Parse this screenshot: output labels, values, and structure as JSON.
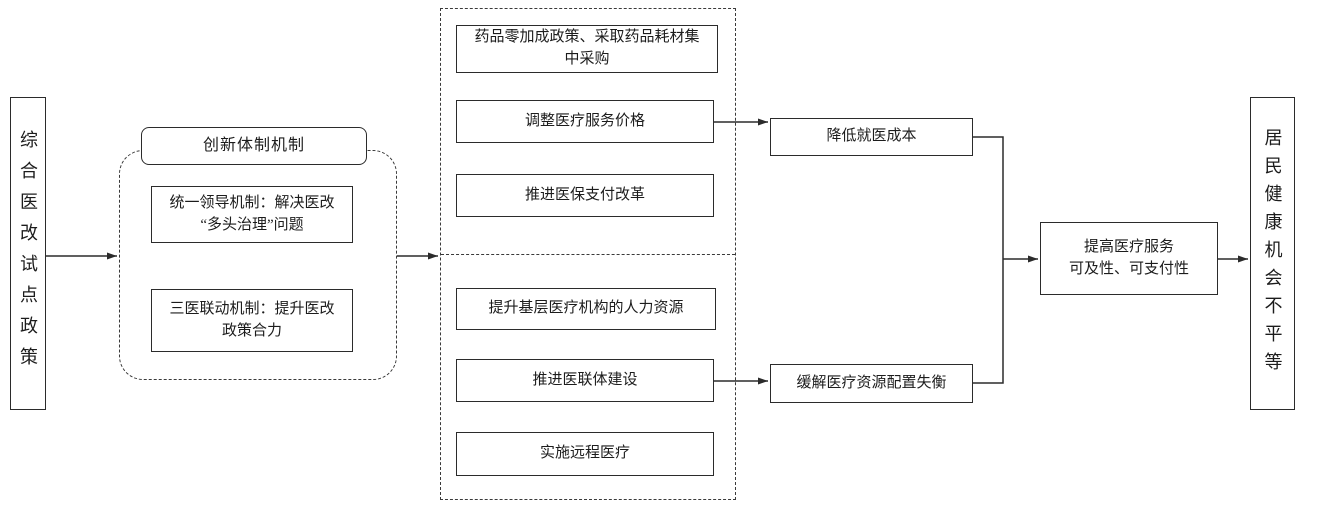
{
  "diagram": {
    "source": {
      "label": "综合医改试点政策"
    },
    "innovation": {
      "title": "创新体制机制",
      "items": [
        {
          "label": "统一领导机制：解决医改\n“多头治理”问题"
        },
        {
          "label": "三医联动机制：提升医改\n政策合力"
        }
      ]
    },
    "measures": {
      "supply_side": [
        {
          "label": "药品零加成政策、采取药品耗材集\n中采购"
        },
        {
          "label": "调整医疗服务价格"
        },
        {
          "label": "推进医保支付改革"
        }
      ],
      "resource_side": [
        {
          "label": "提升基层医疗机构的人力资源"
        },
        {
          "label": "推进医联体建设"
        },
        {
          "label": "实施远程医疗"
        }
      ]
    },
    "outcomes": {
      "cost": {
        "label": "降低就医成本"
      },
      "allocation": {
        "label": "缓解医疗资源配置失衡"
      },
      "access": {
        "label": "提高医疗服务\n可及性、可支付性"
      }
    },
    "target": {
      "label": "居民健康机会不平等"
    }
  }
}
